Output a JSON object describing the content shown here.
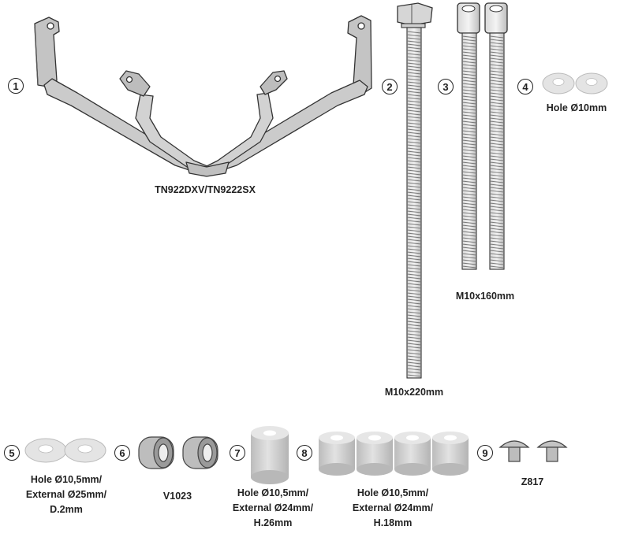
{
  "parts": [
    {
      "number": "1",
      "label": "TN922DXV/TN9222SX"
    },
    {
      "number": "2",
      "label": "M10x220mm"
    },
    {
      "number": "3",
      "label": "M10x160mm"
    },
    {
      "number": "4",
      "label": "Hole Ø10mm"
    },
    {
      "number": "5",
      "label": "Hole Ø10,5mm/\nExternal Ø25mm/\nD.2mm"
    },
    {
      "number": "6",
      "label": "V1023"
    },
    {
      "number": "7",
      "label": "Hole Ø10,5mm/\nExternal Ø24mm/\nH.26mm"
    },
    {
      "number": "8",
      "label": "Hole Ø10,5mm/\nExternal Ø24mm/\nH.18mm"
    },
    {
      "number": "9",
      "label": "Z817"
    }
  ],
  "colors": {
    "metal_fill": "#c8c8c8",
    "metal_dark": "#8a8a8a",
    "outline": "#333333",
    "washer_fill": "#e4e4e4",
    "spacer_fill": "#cfcfcf"
  }
}
